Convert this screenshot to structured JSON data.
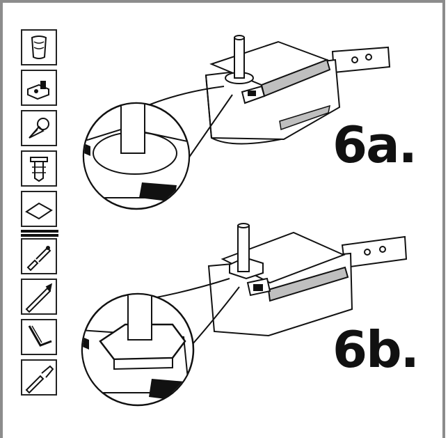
{
  "figures": [
    {
      "id": "6a",
      "label": "6a."
    },
    {
      "id": "6b",
      "label": "6b."
    }
  ],
  "sidebar": {
    "icons": [
      {
        "name": "glue-tube-icon"
      },
      {
        "name": "clip-block-icon"
      },
      {
        "name": "pen-nib-icon"
      },
      {
        "name": "plastic-rivet-icon"
      },
      {
        "name": "sticker-pad-icon"
      },
      {
        "name": "screwdriver-icon"
      },
      {
        "name": "drill-bit-icon"
      },
      {
        "name": "hex-key-icon"
      },
      {
        "name": "plug-tool-icon"
      }
    ]
  },
  "colors": {
    "frame": "#8c8c8c",
    "ink": "#111111",
    "shade": "#bfbfbf"
  }
}
